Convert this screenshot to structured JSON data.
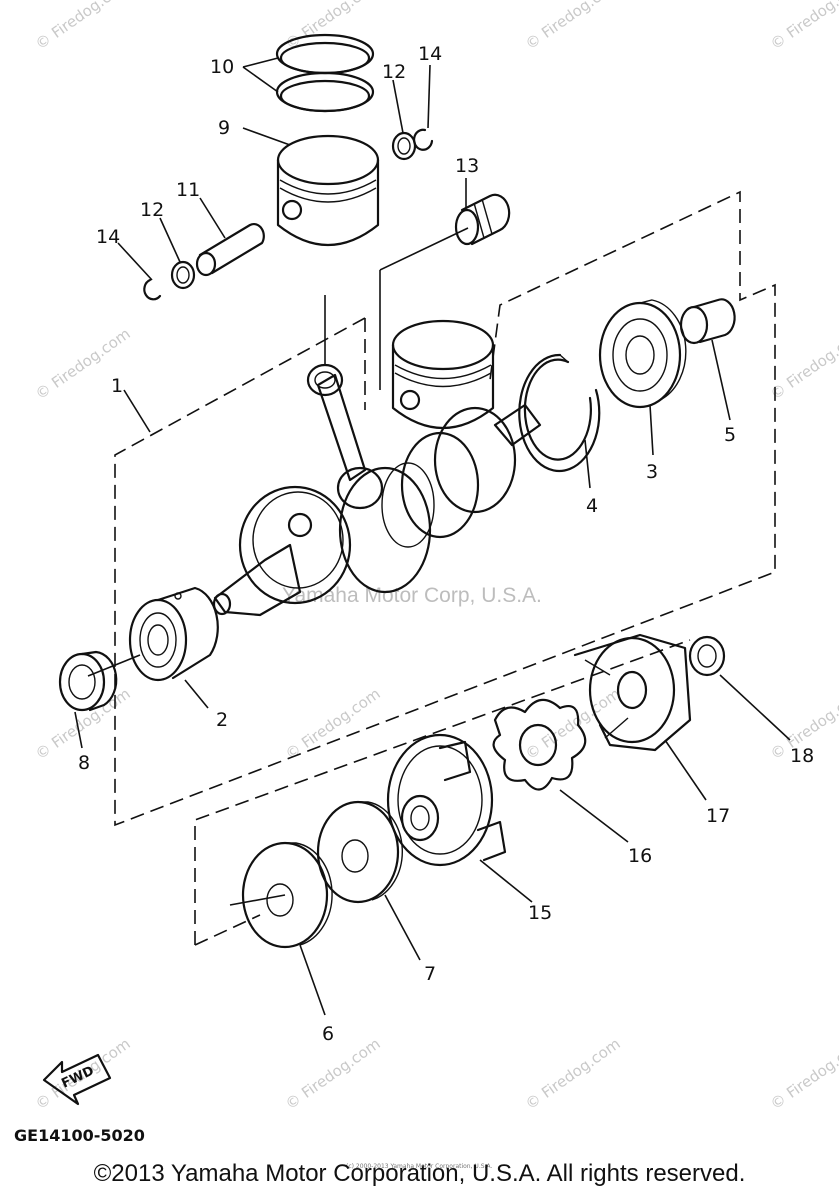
{
  "diagram": {
    "code": "GE14100-5020",
    "copyright": "©2013 Yamaha Motor Corporation, U.S.A. All rights reserved.",
    "small_copyright": "(c) 2000-2013 Yamaha Motor Corporation, U.S.A.",
    "center_watermark": "Yamaha Motor Corp, U.S.A.",
    "fwd_label": "FWD",
    "callouts": [
      "1",
      "2",
      "3",
      "4",
      "5",
      "6",
      "7",
      "8",
      "9",
      "10",
      "11",
      "12",
      "12",
      "13",
      "14",
      "14",
      "15",
      "16",
      "17",
      "18"
    ]
  },
  "watermarks": [
    "© Firedog.com",
    "© Firedog.com",
    "© Firedog.com",
    "© Firedog.com",
    "© Firedog.com",
    "© Firedog.com",
    "© Firedog.com",
    "© Firedog.com",
    "© Firedog.com",
    "© Firedog.com",
    "© Firedog.com",
    "© Firedog.com",
    "© Firedog.com",
    "© Firedog.com"
  ]
}
